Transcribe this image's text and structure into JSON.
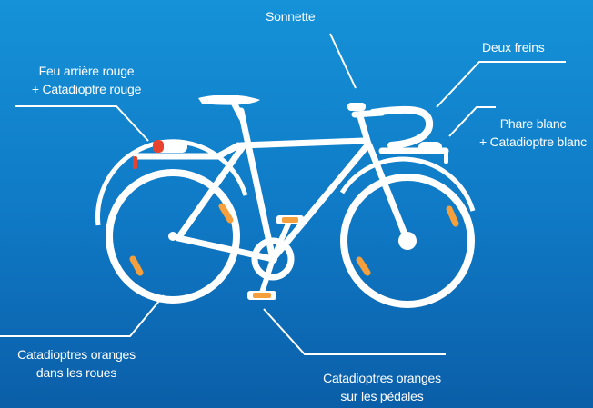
{
  "labels": {
    "sonnette": "Sonnette",
    "freins": "Deux freins",
    "feu_line1": "Feu arrière rouge",
    "feu_line2": "+ Catadioptre rouge",
    "phare_line1": "Phare blanc",
    "phare_line2": "+ Catadioptre blanc",
    "roues_line1": "Catadioptres oranges",
    "roues_line2": "dans les roues",
    "pedales_line1": "Catadioptres oranges",
    "pedales_line2": "sur les pédales"
  },
  "colors": {
    "background_top": "#1592d8",
    "background_bottom": "#0b5ea8",
    "bike": "#ffffff",
    "reflector_orange": "#f5a03c",
    "tail_light_red": "#e8432e",
    "label_text": "#ffffff"
  }
}
